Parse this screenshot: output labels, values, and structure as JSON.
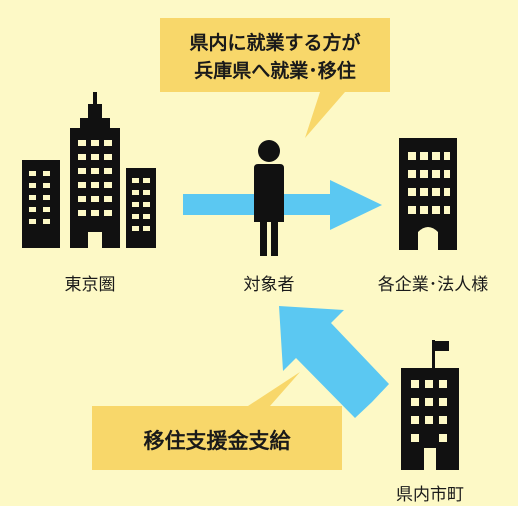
{
  "callout_top": {
    "line1": "県内に就業する方が",
    "line2": "兵庫県へ就業･移住"
  },
  "callout_bottom": {
    "text": "移住支援金支給"
  },
  "nodes": {
    "tokyo": "東京圏",
    "person": "対象者",
    "company": "各企業･法人様",
    "city": "県内市町"
  },
  "icons": {
    "tokyo": "skyscraper-cluster-icon",
    "person": "person-icon",
    "company": "office-building-icon",
    "city": "city-hall-flag-icon"
  },
  "colors": {
    "background": "#fdf9c6",
    "callout": "#f8d76a",
    "arrow": "#5bc8f2",
    "icon": "#111111"
  }
}
